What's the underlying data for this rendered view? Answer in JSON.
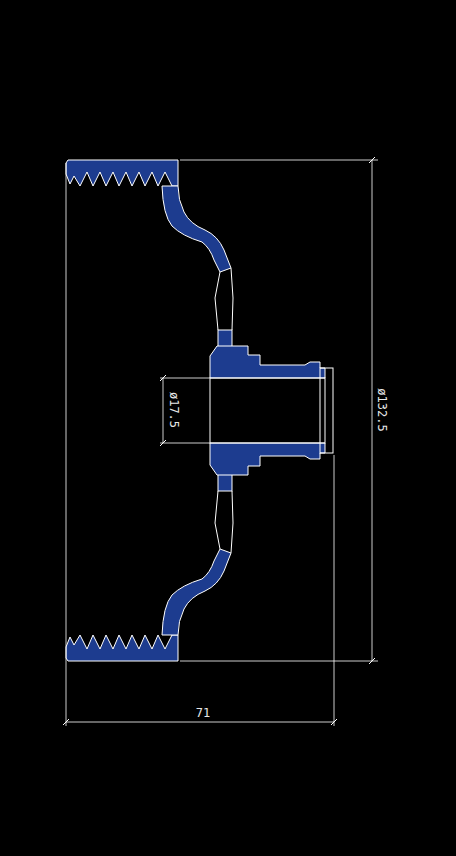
{
  "diagram": {
    "labels": [
      "ø17.5",
      "ø132.5",
      "71"
    ]
  }
}
